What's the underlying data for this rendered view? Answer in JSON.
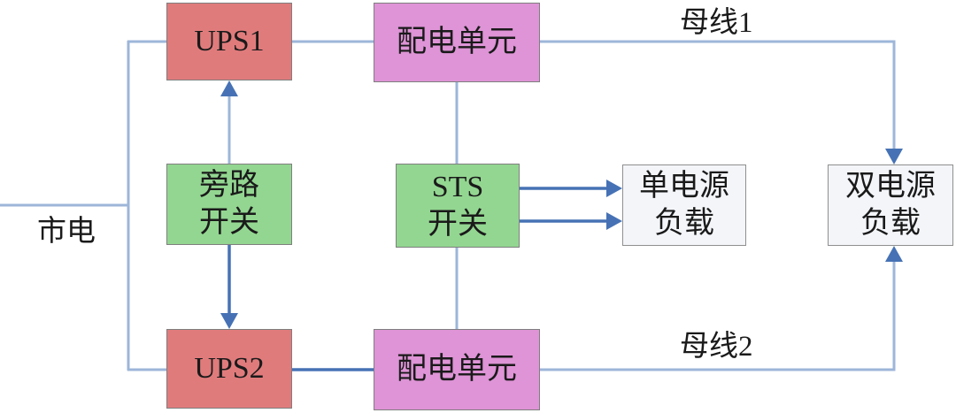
{
  "diagram": {
    "nodes": {
      "ups1": {
        "label": "UPS1"
      },
      "pdu_top": {
        "label": "配电单元"
      },
      "bypass_switch": {
        "line1": "旁路",
        "line2": "开关"
      },
      "sts_switch": {
        "line1": "STS",
        "line2": "开关"
      },
      "single_source_load": {
        "line1": "单电源",
        "line2": "负载"
      },
      "dual_source_load": {
        "line1": "双电源",
        "line2": "负载"
      },
      "ups2": {
        "label": "UPS2"
      },
      "pdu_bottom": {
        "label": "配电单元"
      }
    },
    "labels": {
      "bus1": "母线1",
      "bus2": "母线2",
      "mains": "市电"
    }
  },
  "colors": {
    "ups_fill": "#e07b7c",
    "pdu_fill": "#de94d6",
    "switch_fill": "#93d691",
    "load_fill": "#f3f5f9",
    "line_light": "#9db6d9",
    "line_dark": "#4672b5"
  }
}
